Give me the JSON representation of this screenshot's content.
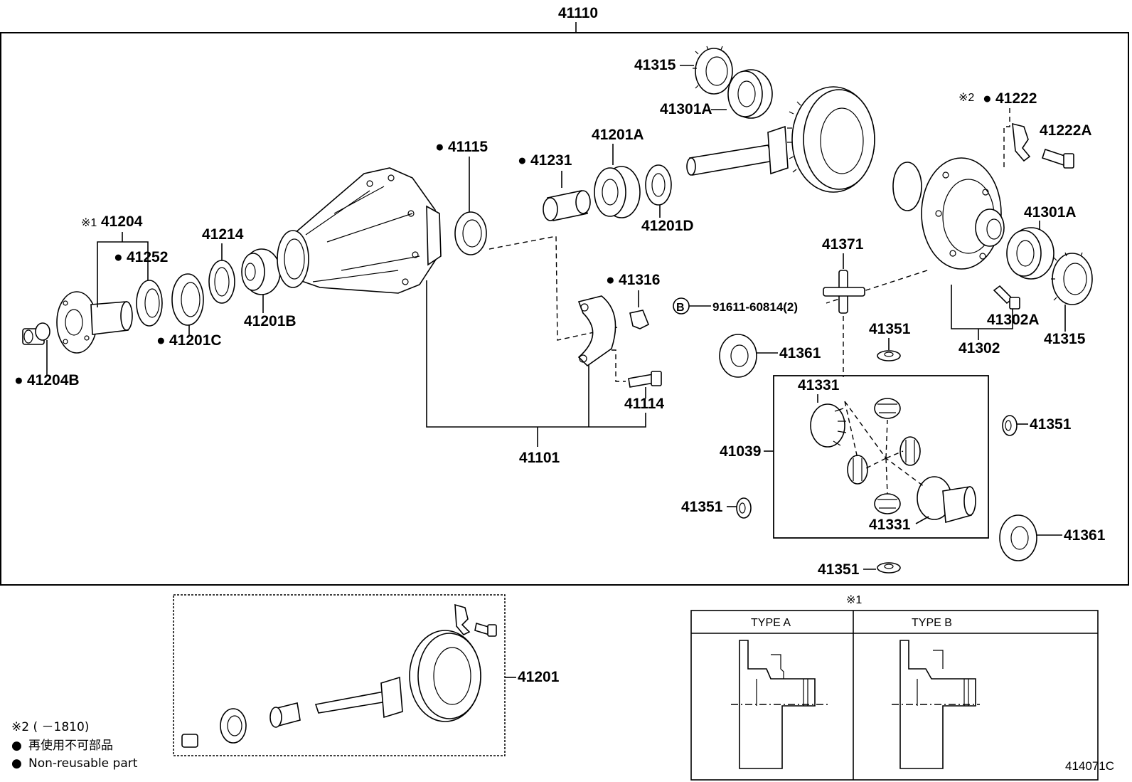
{
  "header": {
    "top_label": "41110"
  },
  "labels": {
    "p41315a": "41315",
    "p41301a_top": "41301A",
    "p41222": "41222",
    "p41222_mark": "※2",
    "p41222A": "41222A",
    "p41115": "41115",
    "p41231": "41231",
    "p41201A": "41201A",
    "p41201D": "41201D",
    "p41204": "41204",
    "p41204_mark": "※1",
    "p41252": "41252",
    "p41214": "41214",
    "p41201B": "41201B",
    "p41201C": "41201C",
    "p41204B": "41204B",
    "p41316": "41316",
    "p41114": "41114",
    "p41101": "41101",
    "p41371": "41371",
    "bolt_circle": "B",
    "bolt_part": "91611-60814(2)",
    "p41361a": "41361",
    "p41351a": "41351",
    "p41301a_right": "41301A",
    "p41302A": "41302A",
    "p41315b": "41315",
    "p41302": "41302",
    "p41331a": "41331",
    "p41039": "41039",
    "p41351b": "41351",
    "p41351c": "41351",
    "p41331b": "41331",
    "p41361b": "41361",
    "p41351d": "41351",
    "p41201": "41201"
  },
  "type_table": {
    "mark": "※1",
    "type_a": "TYPE A",
    "type_b": "TYPE B"
  },
  "legend": {
    "note2": "※2 (        －1810)",
    "line_jp": "再使用不可部品",
    "line_en": "Non-reusable part"
  },
  "footer": {
    "diagram_code": "414071C"
  }
}
